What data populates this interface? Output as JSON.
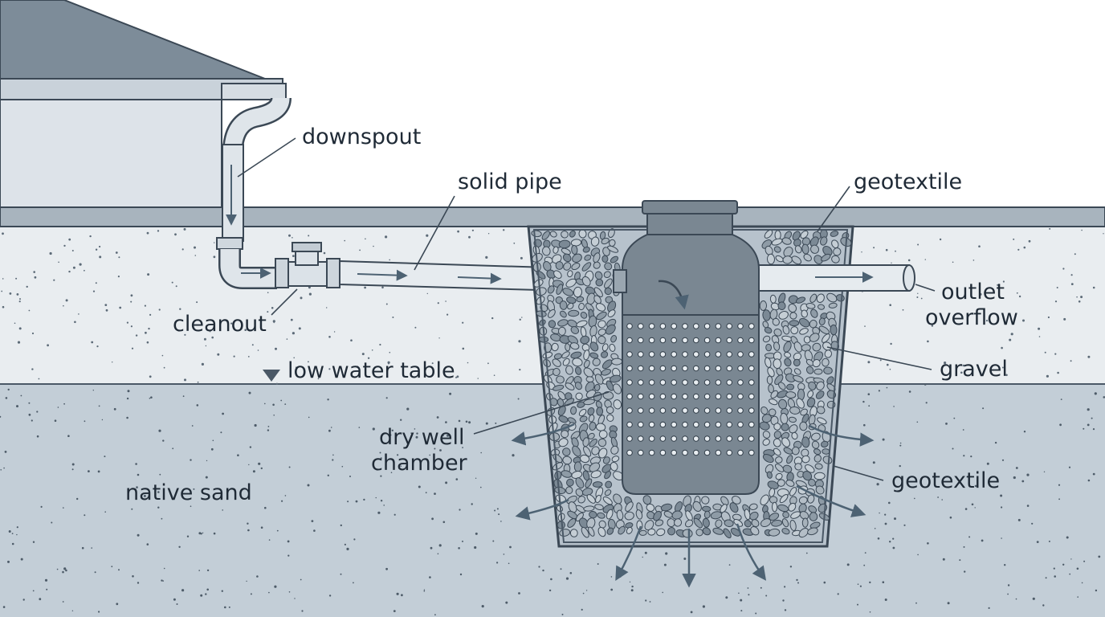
{
  "labels": {
    "downspout": "downspout",
    "solid_pipe": "solid pipe",
    "geotextile_top": "geotextile",
    "outlet_line1": "outlet",
    "outlet_line2": "overflow",
    "cleanout": "cleanout",
    "gravel": "gravel",
    "low_water_table": "low water table",
    "dry_well_line1": "dry well",
    "dry_well_line2": "chamber",
    "geotextile_side": "geotextile",
    "native_sand": "native sand"
  },
  "colors": {
    "soil_upper": "#e9edf0",
    "soil_lower": "#c3ced7",
    "ground_strip": "#a8b4be",
    "chamber": "#7a8792",
    "pipe": "#e6ebef",
    "outline": "#3b4855",
    "arrow": "#4d6273",
    "text": "#1f2a36"
  }
}
